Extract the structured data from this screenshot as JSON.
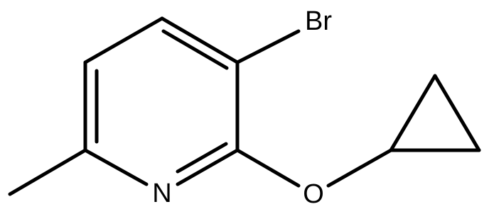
{
  "molecule": {
    "atoms": {
      "bromine": "Br",
      "nitrogen": "N",
      "oxygen": "O"
    },
    "colors": {
      "bond": "#000000",
      "text": "#000000",
      "background": "#ffffff"
    }
  }
}
